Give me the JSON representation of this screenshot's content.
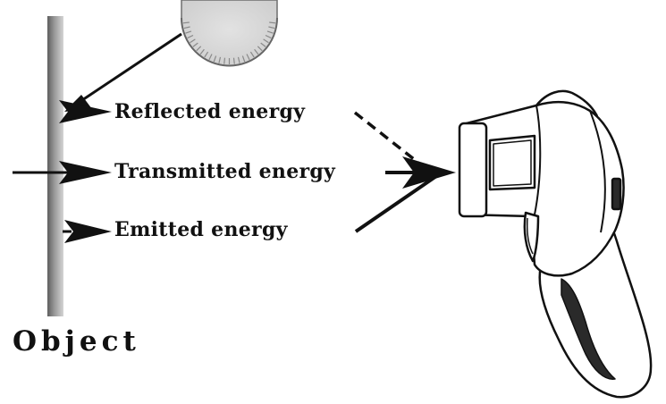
{
  "labels": {
    "reflected": "Reflected energy",
    "transmitted": "Transmitted energy",
    "emitted": "Emitted energy",
    "object": "Object"
  },
  "colors": {
    "ink": "#111111",
    "object_dark": "#6a6a6a",
    "object_light": "#c8c8c8",
    "sun_fill": "#dcdcdc",
    "device_fill": "#ffffff"
  },
  "icons": {
    "source": "sun-icon",
    "device": "infrared-thermometer-icon"
  }
}
